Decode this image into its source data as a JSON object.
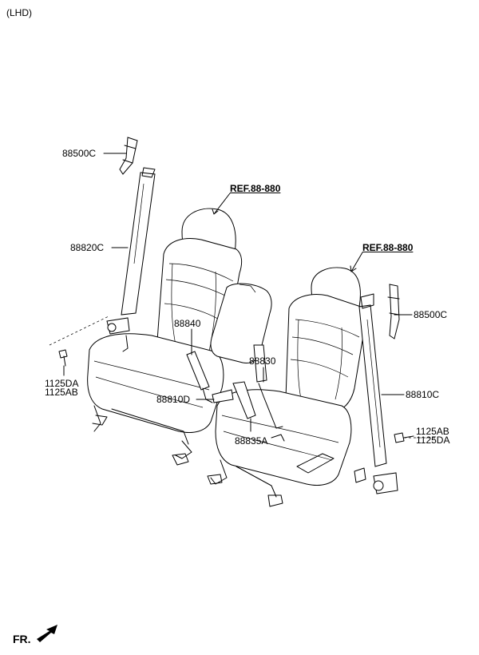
{
  "header": {
    "variant": "(LHD)"
  },
  "labels": {
    "ref_left": "REF.88-880",
    "ref_right": "REF.88-880",
    "p88500c_left": "88500C",
    "p88500c_right": "88500C",
    "p88820c": "88820C",
    "p88810c": "88810C",
    "p88840": "88840",
    "p88830": "88830",
    "p88810d": "88810D",
    "p88835a": "88835A",
    "bolt_left": [
      "1125DA",
      "1125AB"
    ],
    "bolt_right": [
      "1125AB",
      "1125DA"
    ]
  },
  "footer": {
    "direction": "FR."
  }
}
